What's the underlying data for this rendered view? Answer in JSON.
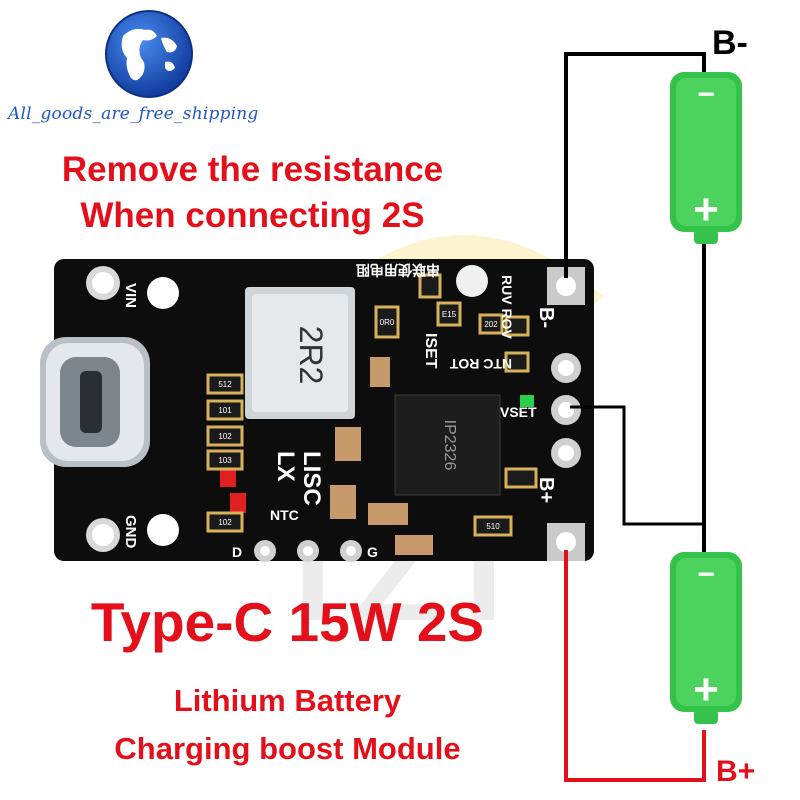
{
  "brand": {
    "store_name": "All_goods_are_free_shipping",
    "colors": {
      "accent_red": "#e3101b",
      "globe_blue": "#1f56c9",
      "battery_green": "#35c24a",
      "pcb_black": "#0d0d0d"
    }
  },
  "notice": {
    "line1": "Remove the resistance",
    "line2": "When connecting 2S"
  },
  "product": {
    "title": "Type-C 15W 2S",
    "subtitle_line1": "Lithium Battery",
    "subtitle_line2": "Charging boost Module"
  },
  "wiring": {
    "negative_label": "B-",
    "positive_label": "B+",
    "battery_minus_symbol": "−",
    "battery_plus_symbol": "+"
  },
  "board": {
    "labels": {
      "vin": "VIN",
      "gnd": "GND",
      "b_minus": "B-",
      "b_plus": "B+",
      "vset": "VSET",
      "ntc_rot": "NTC ROT",
      "ruv_rov": "RUV ROV",
      "iset": "ISET",
      "lx": "LX",
      "lisc": "LISC",
      "ntc_bottom": "NTC",
      "d": "D",
      "g": "G",
      "inductor": "2R2",
      "ic": "IP2326",
      "chinese_note": "串联使用电阻",
      "r_512": "512",
      "r_101": "101",
      "r_102": "102",
      "r_103": "103",
      "r_202": "202",
      "r_510": "510",
      "r_e15": "E15",
      "r_0r0": "0R0"
    }
  }
}
